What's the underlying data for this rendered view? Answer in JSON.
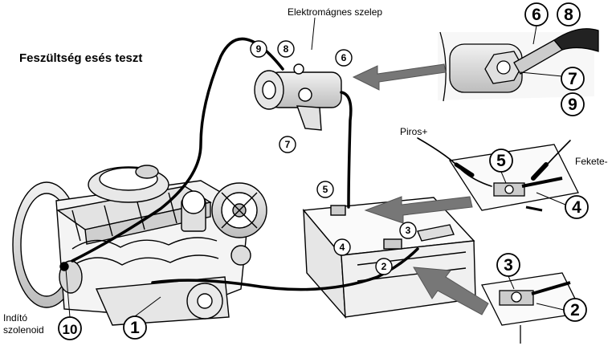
{
  "title": "Feszültség esés teszt",
  "labels": {
    "solenoid_valve": "Elektromágnes szelep",
    "red_plus": "Piros+",
    "black_minus": "Fekete-",
    "starter_solenoid_line1": "Indító",
    "starter_solenoid_line2": "szolenoid"
  },
  "callouts": [
    "1",
    "2",
    "3",
    "4",
    "5",
    "6",
    "7",
    "8",
    "9",
    "10"
  ],
  "colors": {
    "ink": "#000000",
    "arrow": "#777777",
    "paper": "#ffffff"
  }
}
